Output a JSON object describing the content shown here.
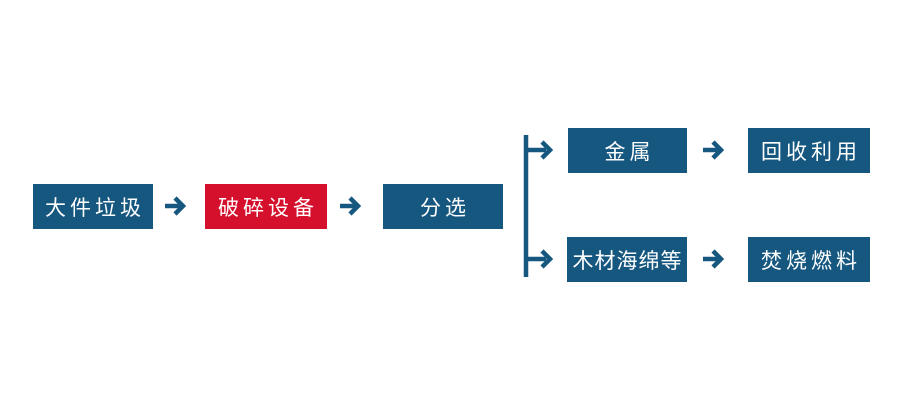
{
  "diagram": {
    "type": "flowchart",
    "background": "#ffffff",
    "colors": {
      "node_blue": "#165780",
      "node_red": "#d5102d",
      "arrow_blue": "#165780",
      "text": "#ffffff"
    },
    "nodes": {
      "bulky_waste": {
        "label": "大件垃圾",
        "color": "#165780"
      },
      "crushing_equipment": {
        "label": "破碎设备",
        "color": "#d5102d"
      },
      "sorting": {
        "label": "分选",
        "color": "#165780"
      },
      "metal": {
        "label": "金属",
        "color": "#165780"
      },
      "recycling": {
        "label": "回收利用",
        "color": "#165780"
      },
      "wood_sponge": {
        "label": "木材海绵等",
        "color": "#165780"
      },
      "incineration_fuel": {
        "label": "焚烧燃料",
        "color": "#165780"
      }
    },
    "edges": [
      {
        "from": "大件垃圾",
        "to": "破碎设备"
      },
      {
        "from": "破碎设备",
        "to": "分选"
      },
      {
        "from": "分选",
        "to": "金属"
      },
      {
        "from": "分选",
        "to": "木材海绵等"
      },
      {
        "from": "金属",
        "to": "回收利用"
      },
      {
        "from": "木材海绵等",
        "to": "焚烧燃料"
      }
    ]
  }
}
